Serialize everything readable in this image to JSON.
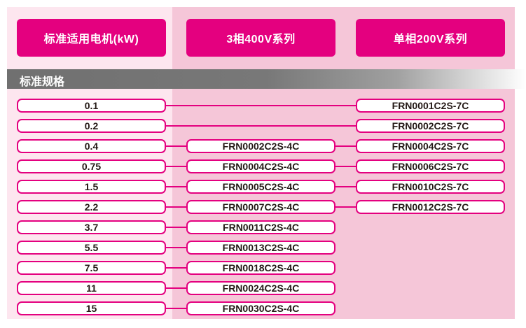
{
  "headers": [
    "标准适用电机(kW)",
    "3相400V系列",
    "单相200V系列"
  ],
  "section_title": "标准规格",
  "rows": [
    {
      "motor": "0.1",
      "three_phase": "",
      "single_phase": "FRN0001C2S-7C"
    },
    {
      "motor": "0.2",
      "three_phase": "",
      "single_phase": "FRN0002C2S-7C"
    },
    {
      "motor": "0.4",
      "three_phase": "FRN0002C2S-4C",
      "single_phase": "FRN0004C2S-7C"
    },
    {
      "motor": "0.75",
      "three_phase": "FRN0004C2S-4C",
      "single_phase": "FRN0006C2S-7C"
    },
    {
      "motor": "1.5",
      "three_phase": "FRN0005C2S-4C",
      "single_phase": "FRN0010C2S-7C"
    },
    {
      "motor": "2.2",
      "three_phase": "FRN0007C2S-4C",
      "single_phase": "FRN0012C2S-7C"
    },
    {
      "motor": "3.7",
      "three_phase": "FRN0011C2S-4C",
      "single_phase": ""
    },
    {
      "motor": "5.5",
      "three_phase": "FRN0013C2S-4C",
      "single_phase": ""
    },
    {
      "motor": "7.5",
      "three_phase": "FRN0018C2S-4C",
      "single_phase": ""
    },
    {
      "motor": "11",
      "three_phase": "FRN0024C2S-4C",
      "single_phase": ""
    },
    {
      "motor": "15",
      "three_phase": "FRN0030C2S-4C",
      "single_phase": ""
    }
  ],
  "colors": {
    "accent": "#e4007f",
    "panel_pink": "#f5c6d8",
    "panel_light": "#fde6ef",
    "text": "#231815"
  }
}
